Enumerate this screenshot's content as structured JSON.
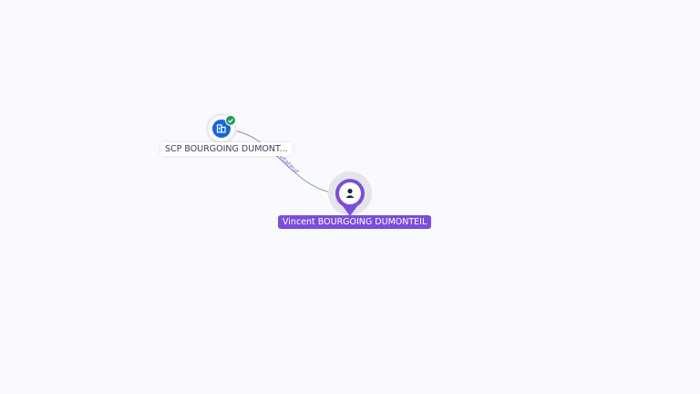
{
  "nodes": {
    "company": {
      "label": "SCP BOURGOING DUMONT...",
      "icon": "building-icon",
      "status_icon": "check-icon",
      "colors": {
        "icon_bg": "#1565e0",
        "status": "#1f9d55"
      }
    },
    "person": {
      "label": "Vincent BOURGOING DUMONTEIL",
      "icon": "person-icon",
      "colors": {
        "pin": "#7c4ddb"
      }
    }
  },
  "edge": {
    "label": "Fondateur",
    "color": "#8a8fa3",
    "label_color": "#7c6fd6"
  }
}
